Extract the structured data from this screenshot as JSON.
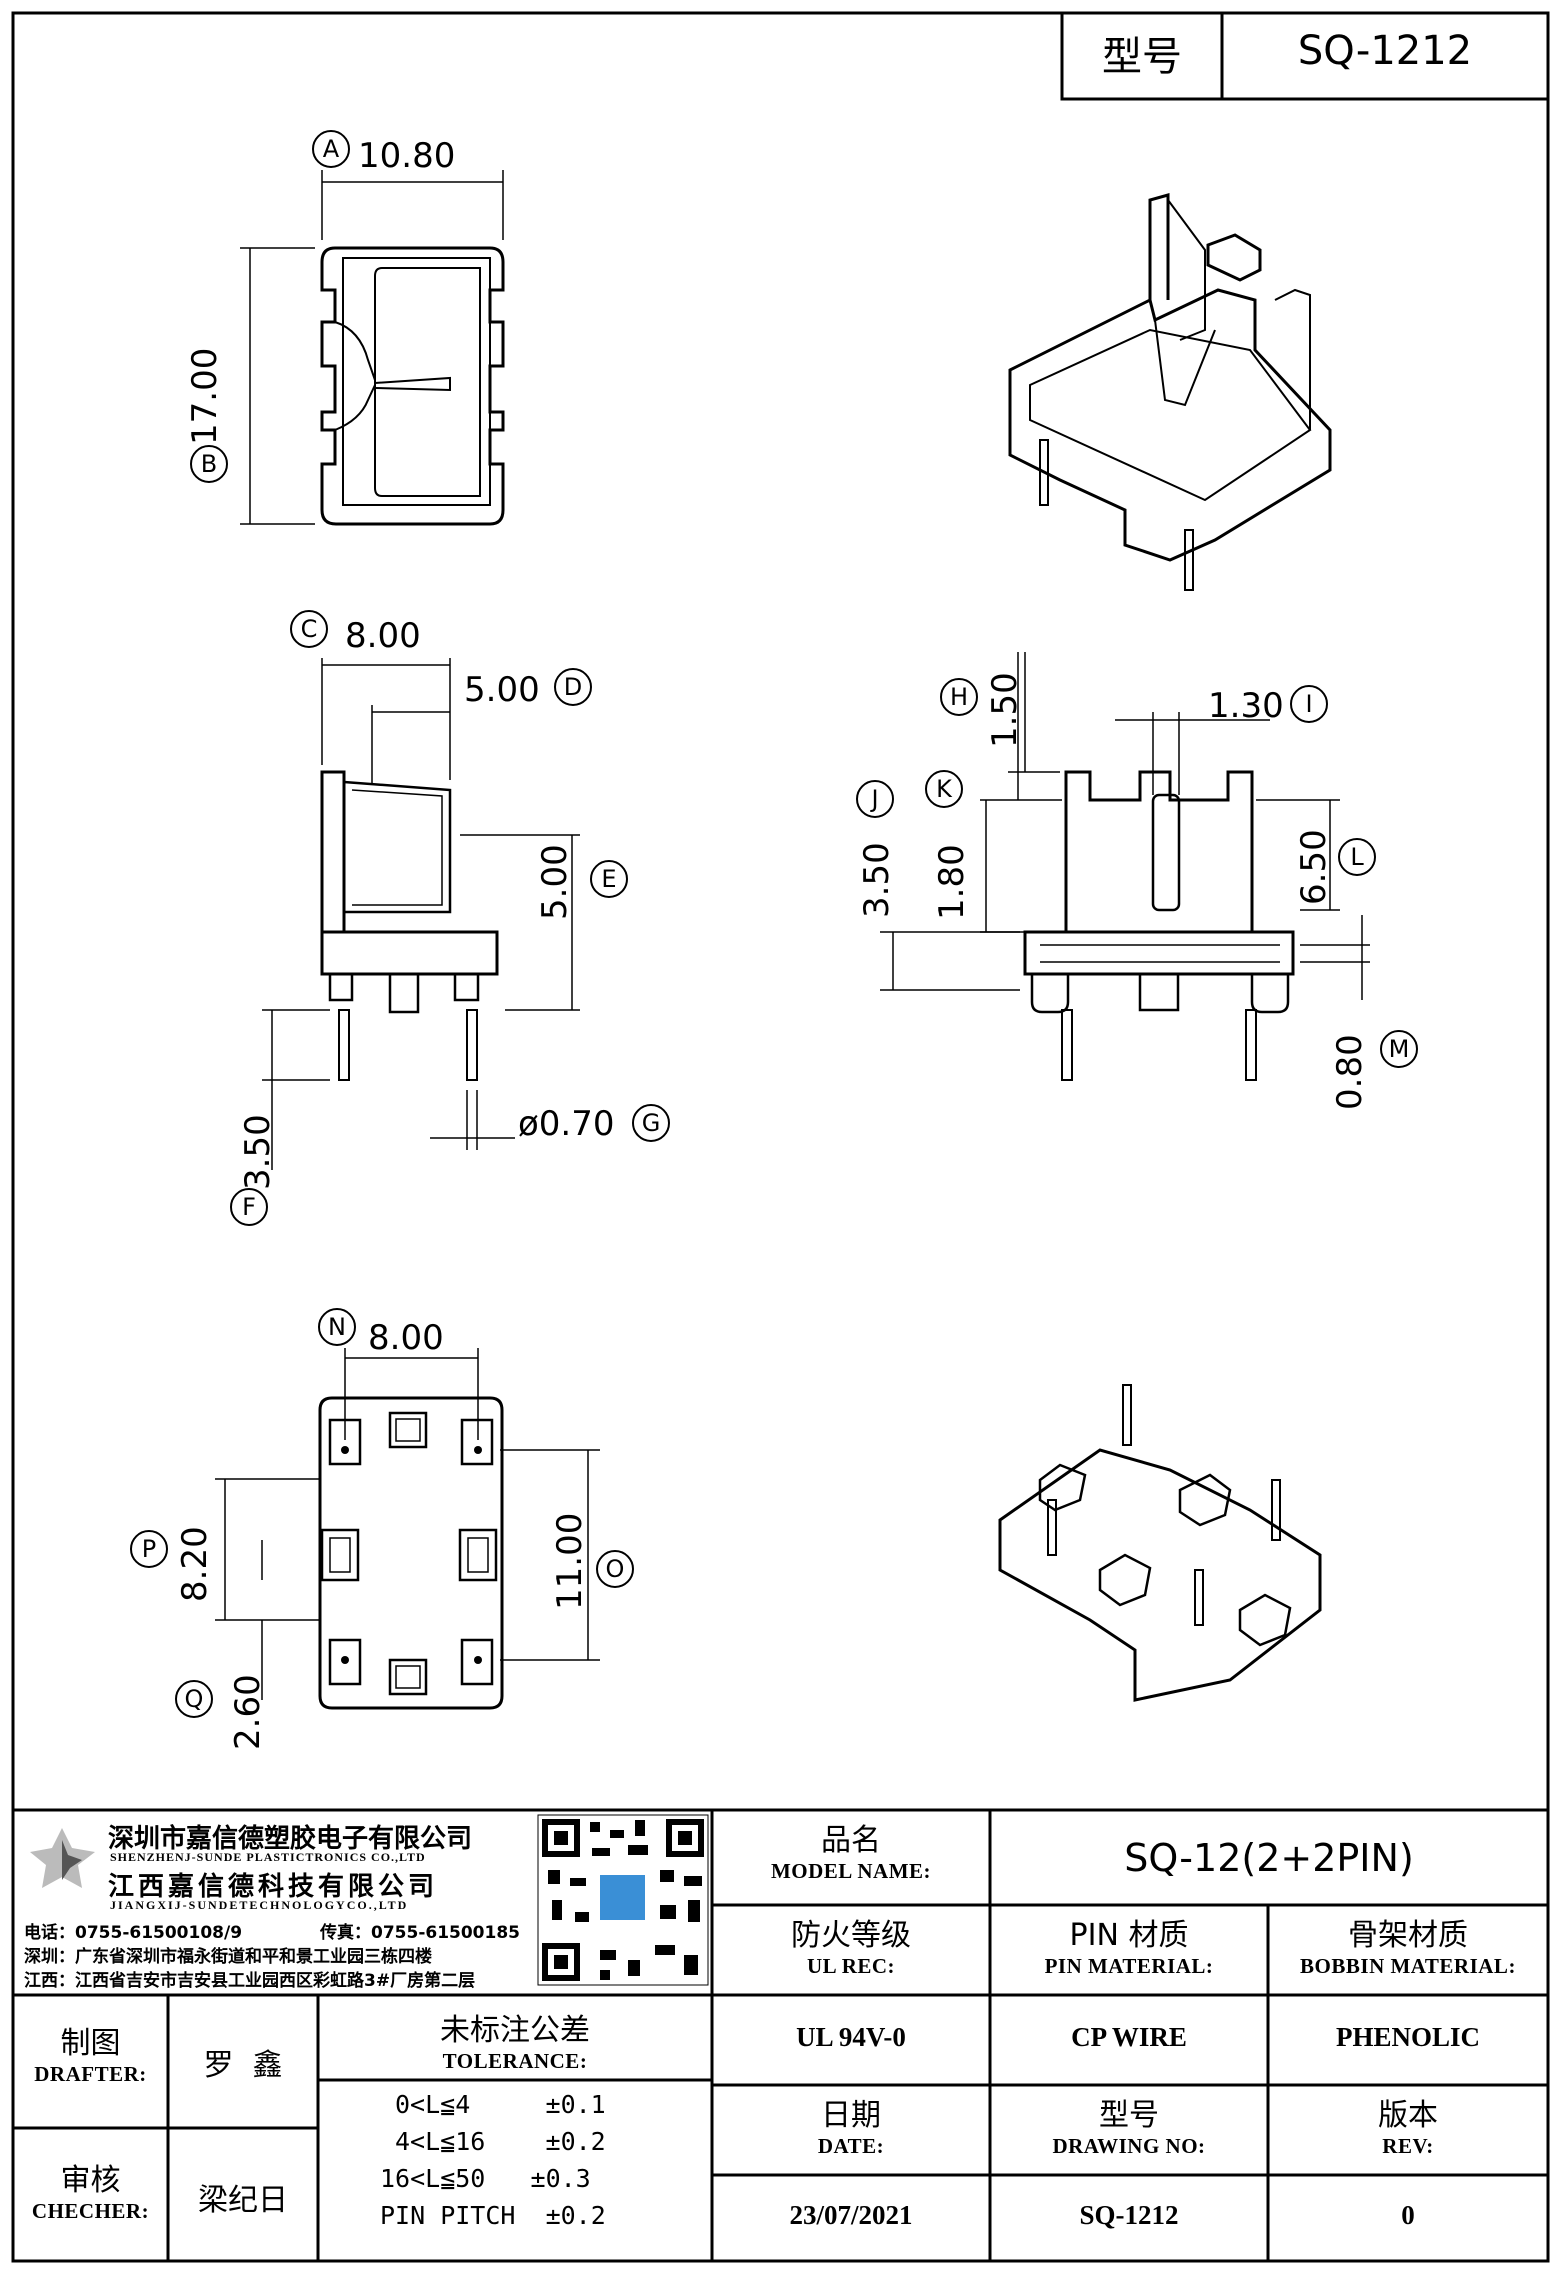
{
  "header": {
    "model_label": "型号",
    "model_value": "SQ-1212"
  },
  "dims": {
    "A": {
      "tag": "A",
      "value": "10.80"
    },
    "B": {
      "tag": "B",
      "value": "17.00"
    },
    "C": {
      "tag": "C",
      "value": "8.00"
    },
    "D": {
      "tag": "D",
      "value": "5.00"
    },
    "E": {
      "tag": "E",
      "value": "5.00"
    },
    "F": {
      "tag": "F",
      "value": "3.50"
    },
    "G": {
      "tag": "G",
      "value": "ø0.70"
    },
    "H": {
      "tag": "H",
      "value": "1.50"
    },
    "I": {
      "tag": "I",
      "value": "1.30"
    },
    "J": {
      "tag": "J",
      "value": "3.50"
    },
    "K": {
      "tag": "K",
      "value": "1.80"
    },
    "L": {
      "tag": "L",
      "value": "6.50"
    },
    "M": {
      "tag": "M",
      "value": "0.80"
    },
    "N": {
      "tag": "N",
      "value": "8.00"
    },
    "O": {
      "tag": "O",
      "value": "11.00"
    },
    "P": {
      "tag": "P",
      "value": "8.20"
    },
    "Q": {
      "tag": "Q",
      "value": "2.60"
    }
  },
  "company": {
    "name_cn": "深圳市嘉信德塑胶电子有限公司",
    "name_en": "SHENZHENJ-SUNDE PLASTICTRONICS CO.,LTD",
    "name2_cn": "江西嘉信德科技有限公司",
    "name2_en": "JIANGXIJ-SUNDETECHNOLOGYCO.,LTD",
    "phone": "电话：0755-61500108/9",
    "fax": "传真：0755-61500185",
    "addr_sz": "深圳：广东省深圳市福永街道和平和景工业园三栋四楼",
    "addr_jx": "江西：江西省吉安市吉安县工业园西区彩虹路3#厂房第二层"
  },
  "title_block": {
    "model_name_cn": "品名",
    "model_name_en": "MODEL NAME:",
    "model_name_value": "SQ-12(2+2PIN)",
    "ul_cn": "防火等级",
    "ul_en": "UL REC:",
    "ul_value": "UL 94V-0",
    "pin_cn": "PIN 材质",
    "pin_en": "PIN MATERIAL:",
    "pin_value": "CP WIRE",
    "bobbin_cn": "骨架材质",
    "bobbin_en": "BOBBIN MATERIAL:",
    "bobbin_value": "PHENOLIC",
    "drafter_cn": "制图",
    "drafter_en": "DRAFTER:",
    "drafter_value": "罗  鑫",
    "checker_cn": "审核",
    "checker_en": "CHECHER:",
    "checker_value": "梁纪日",
    "tol_cn": "未标注公差",
    "tol_en": "TOLERANCE:",
    "tol_rows": [
      "0<L≦4     ±0.1",
      "4<L≦16    ±0.2",
      "16<L≦50   ±0.3",
      "PIN PITCH  ±0.2"
    ],
    "date_cn": "日期",
    "date_en": "DATE:",
    "date_value": "23/07/2021",
    "drawing_cn": "型号",
    "drawing_en": "DRAWING NO:",
    "drawing_value": "SQ-1212",
    "rev_cn": "版本",
    "rev_en": "REV:",
    "rev_value": "0"
  }
}
